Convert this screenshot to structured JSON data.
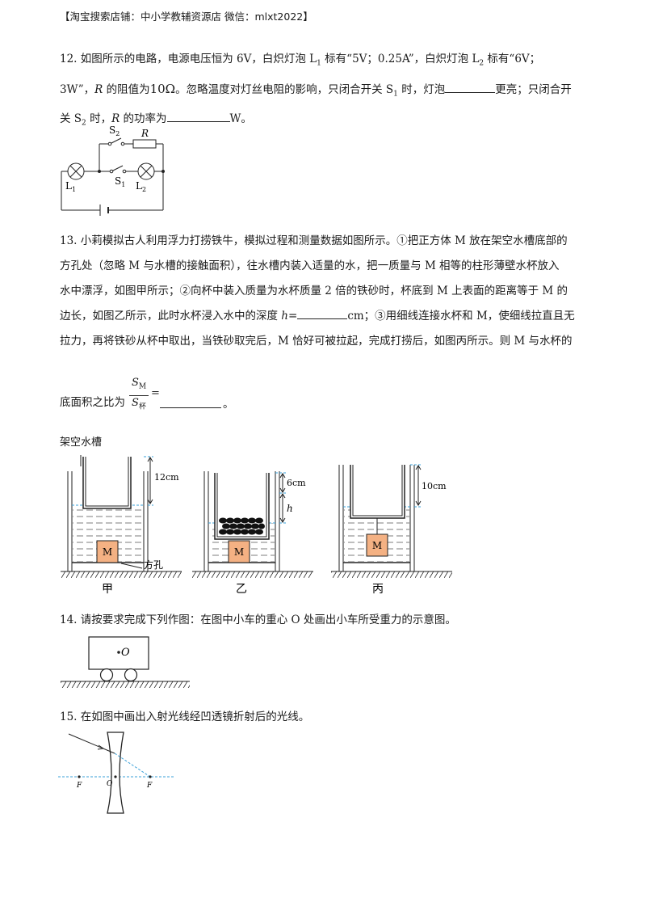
{
  "header": {
    "text": "【淘宝搜索店铺：中小学教辅资源店  微信：mlxt2022】"
  },
  "q12": {
    "line1a": "12. 如图所示的电路，电源电压恒为 6V，白炽灯泡 L",
    "line1b": "1",
    "line1c": " 标有“5V；0.25A”，白炽灯泡 L",
    "line1d": "2",
    "line1e": " 标有“6V；",
    "line2a": "3W”，",
    "line2b": "R",
    "line2c": " 的阻值为",
    "line2d": "10Ω",
    "line2e": "。忽略温度对灯丝电阻的影响，只闭合开关 S",
    "line2f": "1",
    "line2g": " 时，灯泡",
    "line2h": "更亮；只闭合开",
    "line3a": "关 S",
    "line3b": "2",
    "line3c": " 时，",
    "line3d": "R",
    "line3e": " 的功率为",
    "line3f": "W。",
    "fig": {
      "s2": "S",
      "s2sub": "2",
      "r": "R",
      "s1": "S",
      "s1sub": "1",
      "l1": "L",
      "l1sub": "1",
      "l2": "L",
      "l2sub": "2"
    }
  },
  "q13": {
    "line1": "13. 小莉模拟古人利用浮力打捞铁牛，模拟过程和测量数据如图所示。①把正方体 M 放在架空水槽底部的",
    "line2": "方孔处（忽略 M 与水槽的接触面积），往水槽内装入适量的水，把一质量与 M 相等的柱形薄壁水杯放入",
    "line3": "水中漂浮，如图甲所示；②向杯中装入质量为水杯质量 2 倍的铁砂时，杯底到 M 上表面的距离等于 M 的",
    "line4a": "边长，如图乙所示，此时水杯浸入水中的深度 ",
    "line4b": "h",
    "line4c": "=",
    "line4d": "cm；③用细线连接水杯和 M，使细线拉直且无",
    "line5": "拉力，再将铁砂从杯中取出，当铁砂取完后，M 恰好可被拉起，完成打捞后，如图丙所示。则 M 与水杯的",
    "line6a": "底面积之比为",
    "frac_num": "S",
    "frac_num_sub": "M",
    "frac_den": "S",
    "frac_den_sub": "杯",
    "frac_eq": "=",
    "line6b": "。",
    "fig": {
      "title": "架空水槽",
      "jia": "甲",
      "yi": "乙",
      "bing": "丙",
      "m": "M",
      "fangkong": "方孔",
      "d12": "12cm",
      "d6": "6cm",
      "dh": "h",
      "d10": "10cm"
    }
  },
  "q14": {
    "text": "14. 请按要求完成下列作图：在图中小车的重心 O 处画出小车所受重力的示意图。",
    "fig": {
      "o": "O"
    }
  },
  "q15": {
    "text": "15. 在如图中画出入射光线经凹透镜折射后的光线。",
    "fig": {
      "f1": "F",
      "o": "O",
      "f2": "F"
    }
  }
}
